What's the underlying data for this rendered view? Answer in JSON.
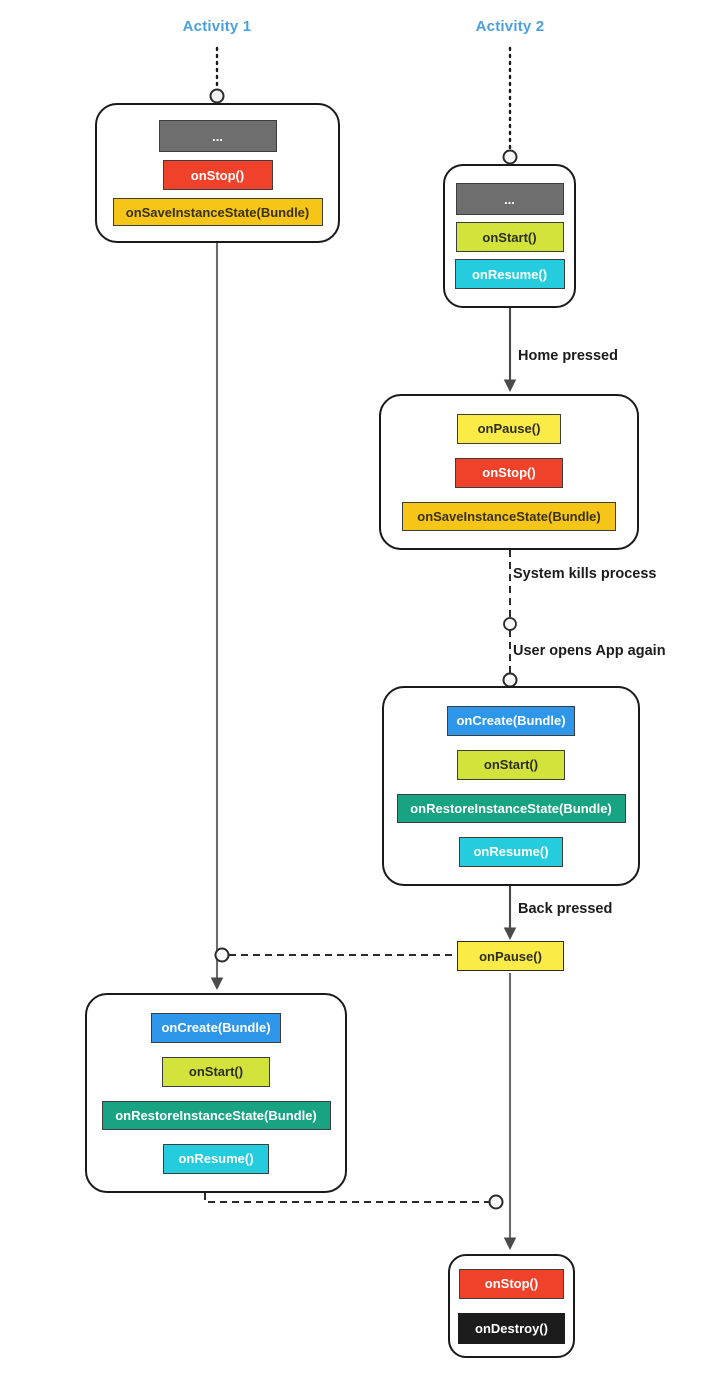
{
  "diagram": {
    "title_activity1": "Activity 1",
    "title_activity2": "Activity 2",
    "colors": {
      "title_blue": "#4a9fe0",
      "ellipsis_gray": "#6e6e6e",
      "on_stop_red": "#f0412a",
      "on_save_amber": "#f5c518",
      "on_start_lime": "#d2e33c",
      "on_resume_cyan": "#25ccdd",
      "on_pause_yellow": "#faeb46",
      "on_create_blue": "#2e97ea",
      "on_restore_teal": "#18a383",
      "on_destroy_black": "#1c1c1c",
      "stroke": "#1a1a1a"
    },
    "labels": {
      "home_pressed": "Home pressed",
      "system_kills_process": "System kills process",
      "user_opens_app_again": "User opens App again",
      "back_pressed": "Back pressed"
    },
    "calls": {
      "ellipsis": "...",
      "on_stop": "onStop()",
      "on_save_instance_state": "onSaveInstanceState(Bundle)",
      "on_start": "onStart()",
      "on_resume": "onResume()",
      "on_pause": "onPause()",
      "on_create": "onCreate(Bundle)",
      "on_restore_instance_state": "onRestoreInstanceState(Bundle)",
      "on_destroy": "onDestroy()"
    }
  }
}
